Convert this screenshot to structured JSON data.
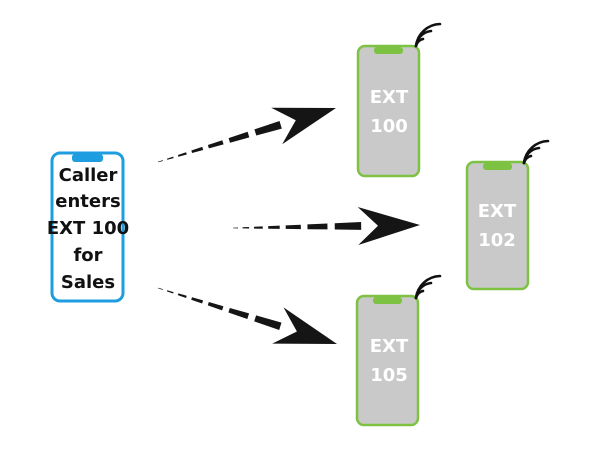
{
  "caller": {
    "lines": [
      "Caller",
      "enters",
      "EXT 100",
      "for",
      "Sales"
    ],
    "frame_color": "#1e9ee0",
    "screen_color": "#ffffff",
    "text_color": "#111111"
  },
  "extensions": [
    {
      "lines": [
        "EXT",
        "100"
      ]
    },
    {
      "lines": [
        "EXT",
        "102"
      ]
    },
    {
      "lines": [
        "EXT",
        "105"
      ]
    }
  ],
  "ext_style": {
    "frame_color": "#7dc242",
    "screen_color": "#c9c9c9",
    "text_color": "#ffffff",
    "signal_color": "#111111"
  },
  "arrow_color": "#151515",
  "icons": {
    "signal": "wifi-signal-icon",
    "arrow": "dashed-arrow-icon"
  }
}
